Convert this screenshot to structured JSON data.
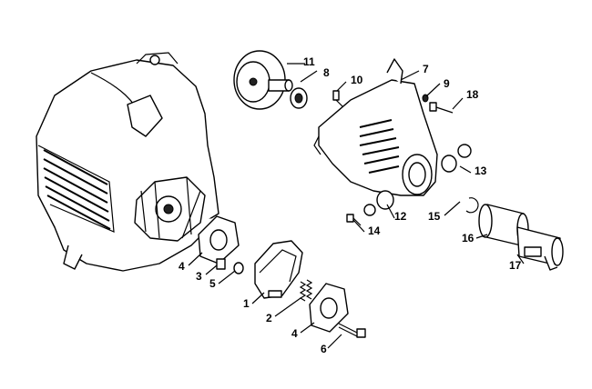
{
  "callouts": [
    {
      "id": "11",
      "text": "11"
    },
    {
      "id": "8",
      "text": "8"
    },
    {
      "id": "10",
      "text": "10"
    },
    {
      "id": "7",
      "text": "7"
    },
    {
      "id": "9",
      "text": "9"
    },
    {
      "id": "18",
      "text": "18"
    },
    {
      "id": "13",
      "text": "13"
    },
    {
      "id": "12",
      "text": "12"
    },
    {
      "id": "14",
      "text": "14"
    },
    {
      "id": "15",
      "text": "15"
    },
    {
      "id": "16",
      "text": "16"
    },
    {
      "id": "17",
      "text": "17"
    },
    {
      "id": "4a",
      "text": "4"
    },
    {
      "id": "3",
      "text": "3"
    },
    {
      "id": "5",
      "text": "5"
    },
    {
      "id": "1",
      "text": "1"
    },
    {
      "id": "2",
      "text": "2"
    },
    {
      "id": "4b",
      "text": "4"
    },
    {
      "id": "6",
      "text": "6"
    }
  ]
}
